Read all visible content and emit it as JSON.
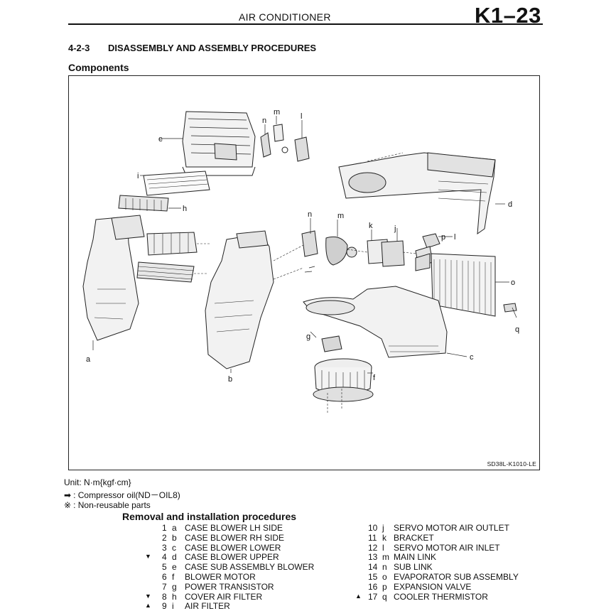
{
  "header": {
    "title": "AIR CONDITIONER",
    "page_code": "K1–23"
  },
  "section": {
    "number": "4-2-3",
    "title": "DISASSEMBLY AND ASSEMBLY PROCEDURES"
  },
  "components_heading": "Components",
  "diagram": {
    "code": "SD38L-K1010-LE",
    "callouts": [
      "a",
      "b",
      "c",
      "d",
      "e",
      "f",
      "g",
      "h",
      "i",
      "j",
      "k",
      "l",
      "m",
      "n",
      "o",
      "p",
      "q",
      "n",
      "m",
      "l"
    ]
  },
  "legend": {
    "unit": "Unit: N·m{kgf·cm}",
    "compressor_symbol": "➡",
    "compressor": ": Compressor oil(ND－OIL8)",
    "non_reusable_symbol": "※",
    "non_reusable": ": Non-reusable parts"
  },
  "procedures_heading": "Removal and installation procedures",
  "parts_left": [
    {
      "mark": "",
      "num": "1",
      "letter": "a",
      "name": "CASE BLOWER LH SIDE"
    },
    {
      "mark": "",
      "num": "2",
      "letter": "b",
      "name": "CASE BLOWER RH SIDE"
    },
    {
      "mark": "",
      "num": "3",
      "letter": "c",
      "name": "CASE BLOWER LOWER"
    },
    {
      "mark": "▼",
      "num": "4",
      "letter": "d",
      "name": "CASE BLOWER UPPER"
    },
    {
      "mark": "",
      "num": "5",
      "letter": "e",
      "name": "CASE SUB ASSEMBLY BLOWER"
    },
    {
      "mark": "",
      "num": "6",
      "letter": "f",
      "name": "BLOWER MOTOR"
    },
    {
      "mark": "",
      "num": "7",
      "letter": "g",
      "name": "POWER TRANSISTOR"
    },
    {
      "mark": "▼",
      "num": "8",
      "letter": "h",
      "name": "COVER AIR FILTER"
    },
    {
      "mark": "▲",
      "num": "9",
      "letter": "i",
      "name": "AIR FILTER"
    }
  ],
  "parts_right": [
    {
      "mark": "",
      "num": "10",
      "letter": "j",
      "name": "SERVO MOTOR AIR OUTLET"
    },
    {
      "mark": "",
      "num": "11",
      "letter": "k",
      "name": "BRACKET"
    },
    {
      "mark": "",
      "num": "12",
      "letter": "l",
      "name": "SERVO MOTOR AIR INLET"
    },
    {
      "mark": "",
      "num": "13",
      "letter": "m",
      "name": "MAIN LINK"
    },
    {
      "mark": "",
      "num": "14",
      "letter": "n",
      "name": "SUB LINK"
    },
    {
      "mark": "",
      "num": "15",
      "letter": "o",
      "name": "EVAPORATOR SUB ASSEMBLY"
    },
    {
      "mark": "",
      "num": "16",
      "letter": "p",
      "name": "EXPANSION VALVE"
    },
    {
      "mark": "▲",
      "num": "17",
      "letter": "q",
      "name": "COOLER THERMISTOR"
    }
  ]
}
